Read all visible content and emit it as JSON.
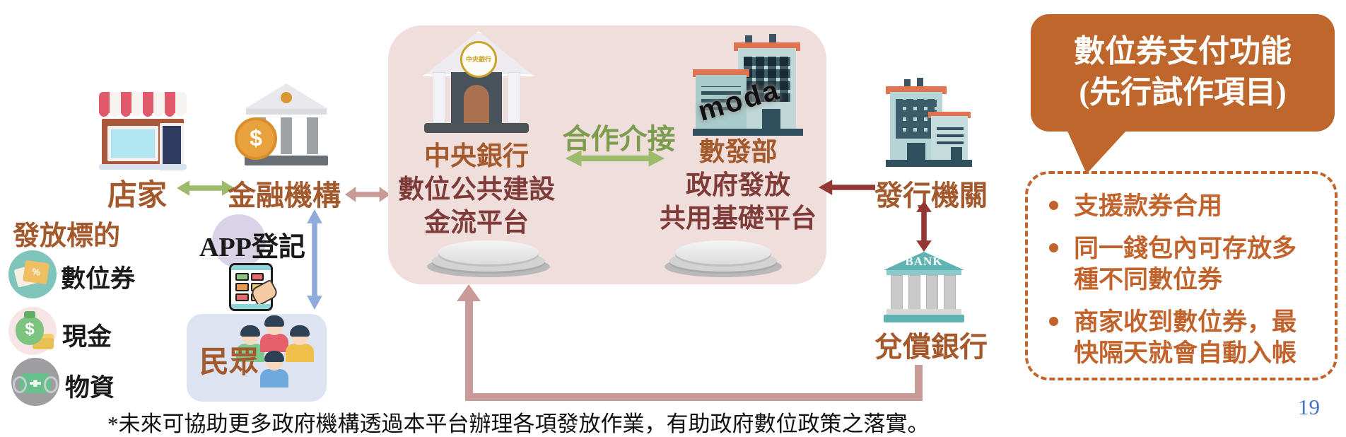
{
  "left": {
    "store_label": "店家",
    "financial_label": "金融機構",
    "targets_title": "發放標的",
    "targets": [
      {
        "label": "數位券",
        "icon": "voucher-icon"
      },
      {
        "label": "現金",
        "icon": "money-bag-icon"
      },
      {
        "label": "物資",
        "icon": "mask-icon"
      }
    ],
    "app_label": "APP登記",
    "public_label": "民眾"
  },
  "platform": {
    "cbc_name": "中央銀行",
    "cbc_platform_line1": "數位公共建設",
    "cbc_platform_line2": "金流平台",
    "cbc_seal": "中央銀行",
    "link_label": "合作介接",
    "moda_logo": "moda",
    "moda_name": "數發部",
    "moda_platform_line1": "政府發放",
    "moda_platform_line2": "共用基礎平台"
  },
  "right": {
    "issuer_label": "發行機關",
    "bank_sign": "BANK",
    "redeem_bank_label": "兌償銀行"
  },
  "callout": {
    "title_line1": "數位券支付功能",
    "title_line2": "(先行試作項目)",
    "bullets": [
      "支援款券合用",
      "同一錢包內可存放多種不同數位券",
      "商家收到數位券，最快隔天就會自動入帳"
    ]
  },
  "icons": {
    "dollar": "$",
    "percent": "%"
  },
  "page": {
    "footnote": "*未來可協助更多政府機構透過本平台辦理各項發放作業，有助政府數位政策之落實。",
    "number": "19"
  },
  "colors": {
    "brown_label": "#A3592B",
    "maroon_text": "#7E3B38",
    "platform_bg": "#F0DEDC",
    "green_text": "#7C9D4E",
    "green_arrow": "#9CBB6B",
    "rose_arrow": "#C89A98",
    "dark_red_arrow": "#943634",
    "blue_arrow": "#8FAADC",
    "callout_orange": "#BE662C",
    "public_box_bg": "#DDE3F0",
    "page_number_blue": "#4472C4"
  }
}
